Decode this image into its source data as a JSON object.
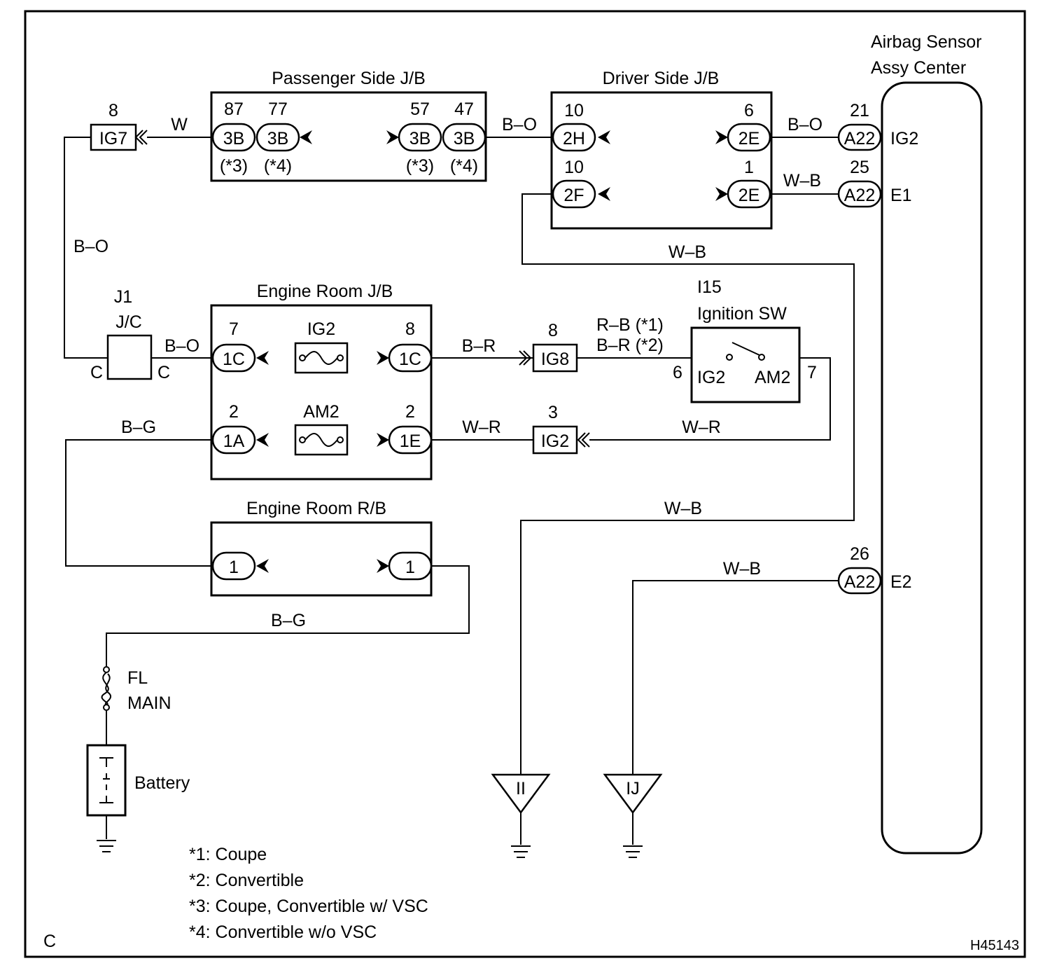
{
  "components": {
    "airbag_sensor": {
      "line1": "Airbag Sensor",
      "line2": "Assy Center"
    },
    "passenger_jb": {
      "title": "Passenger Side J/B",
      "pins": [
        "87",
        "77",
        "57",
        "47"
      ],
      "connectors": [
        "3B",
        "3B",
        "3B",
        "3B"
      ],
      "notes": [
        "(*3)",
        "(*4)",
        "(*3)",
        "(*4)"
      ]
    },
    "driver_jb": {
      "title": "Driver Side J/B",
      "pins": [
        "10",
        "6",
        "10",
        "1"
      ],
      "connectors": [
        "2H",
        "2E",
        "2F",
        "2E"
      ]
    },
    "engine_room_jb": {
      "title": "Engine Room J/B",
      "pins": [
        "7",
        "8",
        "2",
        "2"
      ],
      "connectors": [
        "1C",
        "1C",
        "1A",
        "1E"
      ],
      "fuses": [
        "IG2",
        "AM2"
      ]
    },
    "engine_room_rb": {
      "title": "Engine Room R/B",
      "pins": [
        "1",
        "1"
      ]
    },
    "j1": {
      "id": "J1",
      "name": "J/C",
      "pin_left": "C",
      "pin_right": "C"
    },
    "ignition_sw": {
      "id": "I15",
      "name": "Ignition SW",
      "pin_left": "6",
      "pin_right": "7",
      "contact_left": "IG2",
      "contact_right": "AM2"
    },
    "fl_main": {
      "line1": "FL",
      "line2": "MAIN"
    },
    "battery": {
      "label": "Battery"
    }
  },
  "connectors": {
    "ig7": {
      "pin": "8",
      "label": "IG7"
    },
    "ig8": {
      "pin": "8",
      "label": "IG8"
    },
    "ig2": {
      "pin": "3",
      "label": "IG2"
    },
    "a22_ig2": {
      "pin": "21",
      "label": "A22",
      "terminal": "IG2"
    },
    "a22_e1": {
      "pin": "25",
      "label": "A22",
      "terminal": "E1"
    },
    "a22_e2": {
      "pin": "26",
      "label": "A22",
      "terminal": "E2"
    }
  },
  "grounds": [
    "II",
    "IJ"
  ],
  "wires": {
    "w": "W",
    "bo_top": "B–O",
    "bo_a22": "B–O",
    "wb_e1": "W–B",
    "bo_left": "B–O",
    "wb_mid": "W–B",
    "bo_j1": "B–O",
    "br": "B–R",
    "rb_coupe": "R–B (*1)",
    "br_conv": "B–R (*2)",
    "bg_top": "B–G",
    "wr_left": "W–R",
    "wr_right": "W–R",
    "wb_low": "W–B",
    "wb_e2": "W–B",
    "bg_bottom": "B–G"
  },
  "footnotes": [
    "*1: Coupe",
    "*2: Convertible",
    "*3: Coupe, Convertible w/ VSC",
    "*4: Convertible w/o VSC"
  ],
  "corner_label": "C",
  "figure_id": "H45143"
}
